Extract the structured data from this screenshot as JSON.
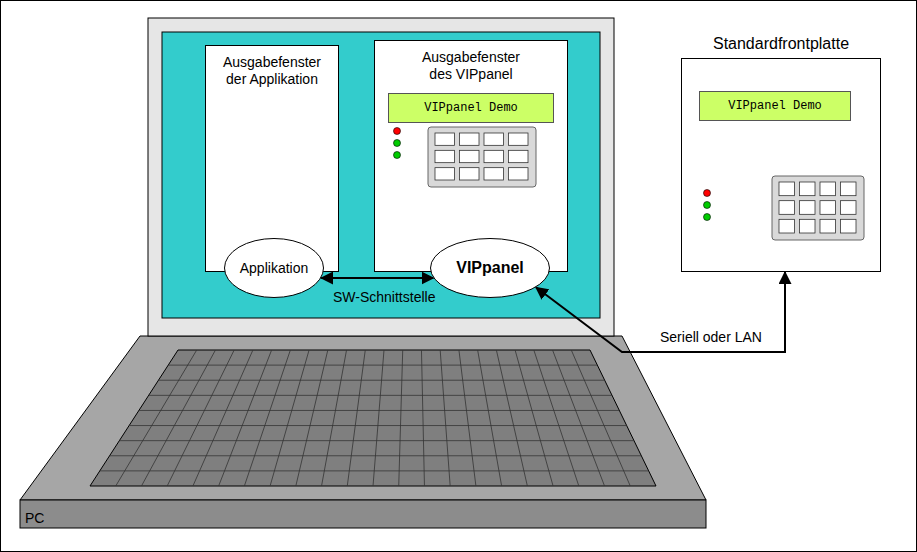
{
  "diagram": {
    "nodes": [
      {
        "text": [
          "Ausgabefenster der Applikation"
        ]
      },
      {
        "text": [
          "Ausgabefenster des VIPpanel"
        ]
      },
      {
        "text": [
          "VIPpanel Demo"
        ],
        "in": 1
      },
      {
        "text": [
          "Applikation"
        ]
      },
      {
        "text": [
          "VIPpanel"
        ]
      },
      {
        "text": [
          "Standardfrontplatte"
        ]
      },
      {
        "text": [
          "VIPpanel Demo"
        ],
        "in": 5
      }
    ],
    "edges": [
      {
        "from": 3,
        "to": 4,
        "label": "SW-Schnittstelle",
        "arrow": "both"
      },
      {
        "from": 4,
        "to": 5,
        "label": "Seriell oder LAN",
        "arrow": "both"
      }
    ],
    "labels": [
      "PC"
    ]
  }
}
